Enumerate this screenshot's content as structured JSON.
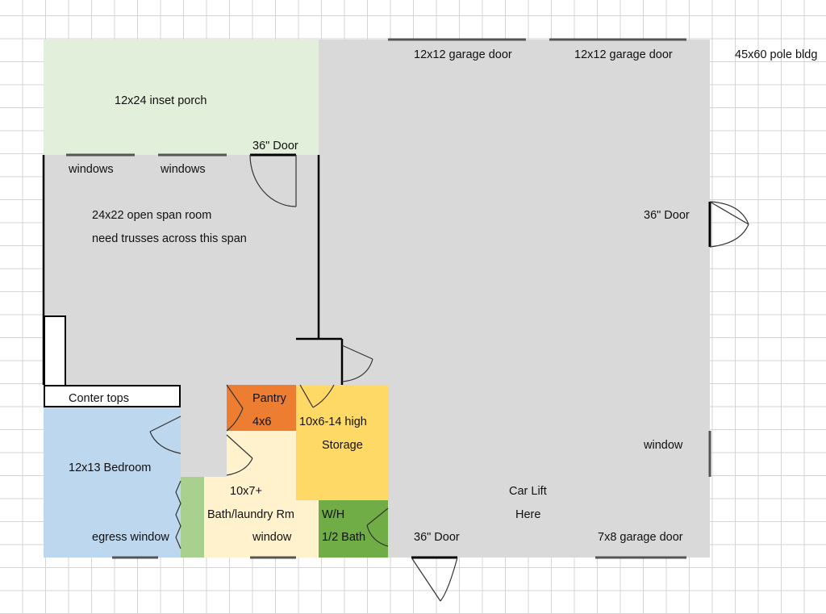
{
  "colors": {
    "shop": "#d9d9d9",
    "porch": "#e2efda",
    "bedroom": "#bdd7ee",
    "pantry": "#ed7d31",
    "storage": "#ffd966",
    "bath": "#fff2cc",
    "half_bath": "#70ad47",
    "closet": "#a9d08e"
  },
  "labels": {
    "garage_door_1": "12x12 garage door",
    "garage_door_2": "12x12 garage door",
    "building": "45x60 pole bldg",
    "porch": "12x24 inset porch",
    "porch_door": "36\" Door",
    "windows_1": "windows",
    "windows_2": "windows",
    "room_line1": "24x22 open span room",
    "room_line2": "need trusses across this span",
    "right_door": "36\" Door",
    "counter_tops": "Conter tops",
    "pantry_line1": "Pantry",
    "pantry_line2": "4x6",
    "storage_line1": "10x6-14 high",
    "storage_line2": "Storage",
    "window_right": "window",
    "bedroom": "12x13 Bedroom",
    "bath_line1": "10x7+",
    "bath_line2": "Bath/laundry Rm",
    "car_lift_line1": "Car Lift",
    "car_lift_line2": "Here",
    "wh": "W/H",
    "half_bath": "1/2 Bath",
    "egress_window": "egress window",
    "bath_window": "window",
    "bottom_door": "36\" Door",
    "small_garage_door": "7x8 garage door"
  }
}
